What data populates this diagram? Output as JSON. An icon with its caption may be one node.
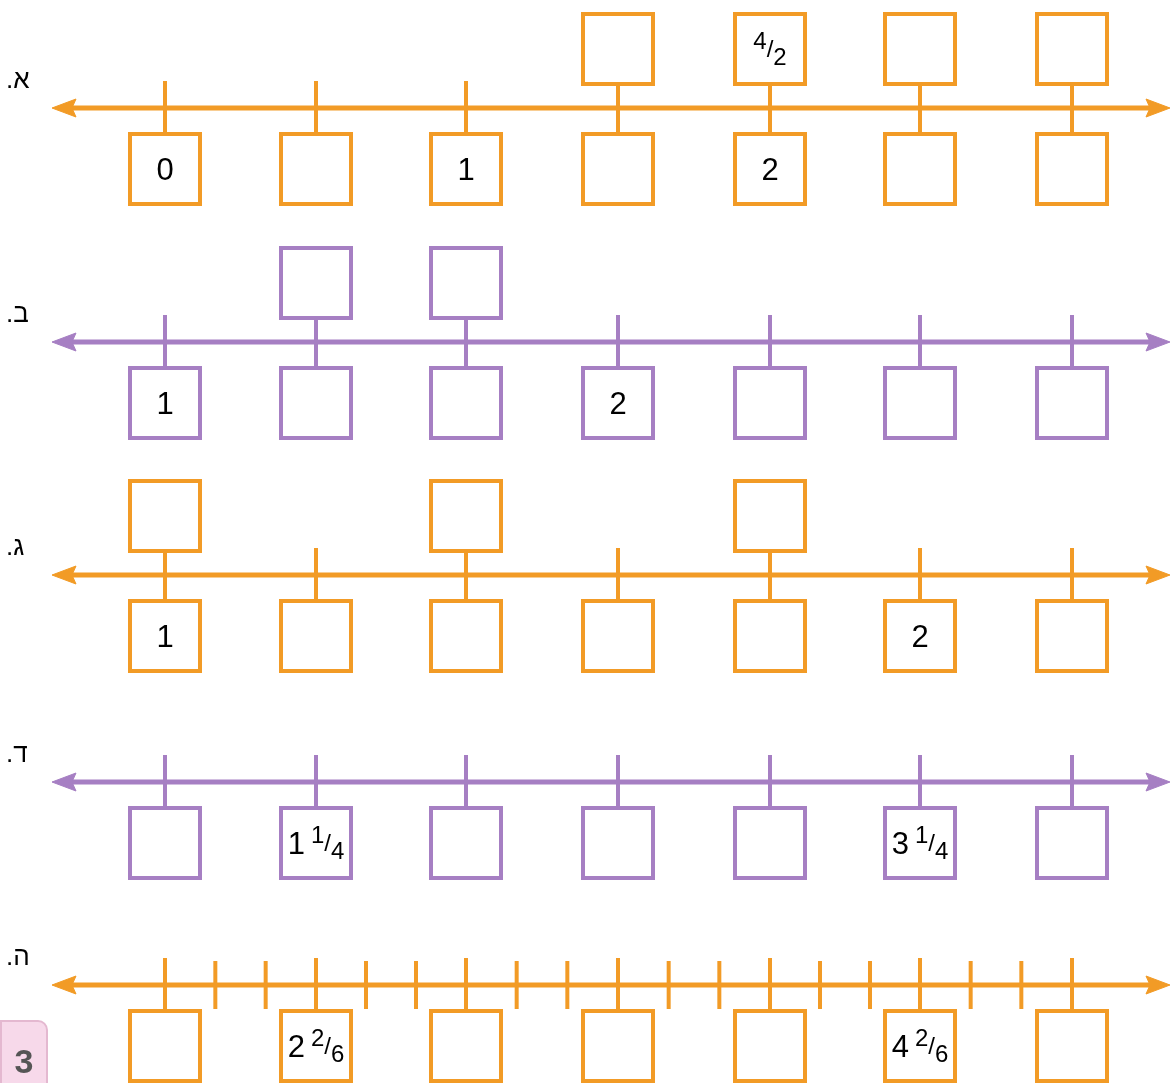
{
  "diagram": {
    "nodes": [
      {
        "text": [],
        "shape": "box"
      },
      {
        "text": [
          "4/2"
        ]
      },
      {
        "text": [],
        "shape": "box"
      },
      {
        "text": [],
        "shape": "box"
      },
      {
        "text": [
          "0"
        ]
      },
      {
        "text": [],
        "shape": "box"
      },
      {
        "text": [
          "1"
        ]
      },
      {
        "text": [],
        "shape": "box"
      },
      {
        "text": [
          "2"
        ]
      },
      {
        "text": [],
        "shape": "box"
      },
      {
        "text": [],
        "shape": "box"
      },
      {
        "text": [],
        "shape": "box"
      },
      {
        "text": [],
        "shape": "box"
      },
      {
        "text": [
          "1"
        ]
      },
      {
        "text": [],
        "shape": "box"
      },
      {
        "text": [],
        "shape": "box"
      },
      {
        "text": [
          "2"
        ]
      },
      {
        "text": [],
        "shape": "box"
      },
      {
        "text": [],
        "shape": "box"
      },
      {
        "text": [],
        "shape": "box"
      },
      {
        "text": [],
        "shape": "box"
      },
      {
        "text": [],
        "shape": "box"
      },
      {
        "text": [],
        "shape": "box"
      },
      {
        "text": [
          "1"
        ]
      },
      {
        "text": [],
        "shape": "box"
      },
      {
        "text": [],
        "shape": "box"
      },
      {
        "text": [],
        "shape": "box"
      },
      {
        "text": [],
        "shape": "box"
      },
      {
        "text": [
          "2"
        ]
      },
      {
        "text": [],
        "shape": "box"
      },
      {
        "text": [],
        "shape": "box"
      },
      {
        "text": [
          "1 1/4"
        ]
      },
      {
        "text": [],
        "shape": "box"
      },
      {
        "text": [],
        "shape": "box"
      },
      {
        "text": [],
        "shape": "box"
      },
      {
        "text": [
          "3 1/4"
        ]
      },
      {
        "text": [],
        "shape": "box"
      },
      {
        "text": [],
        "shape": "box"
      },
      {
        "text": [
          "2 2/6"
        ]
      },
      {
        "text": [],
        "shape": "box"
      },
      {
        "text": [],
        "shape": "box"
      },
      {
        "text": [],
        "shape": "box"
      },
      {
        "text": [
          "4 2/6"
        ]
      },
      {
        "text": [],
        "shape": "box"
      }
    ],
    "labels": [
      "א.",
      "ב.",
      "ג.",
      "ד.",
      "ה.",
      "3"
    ]
  }
}
